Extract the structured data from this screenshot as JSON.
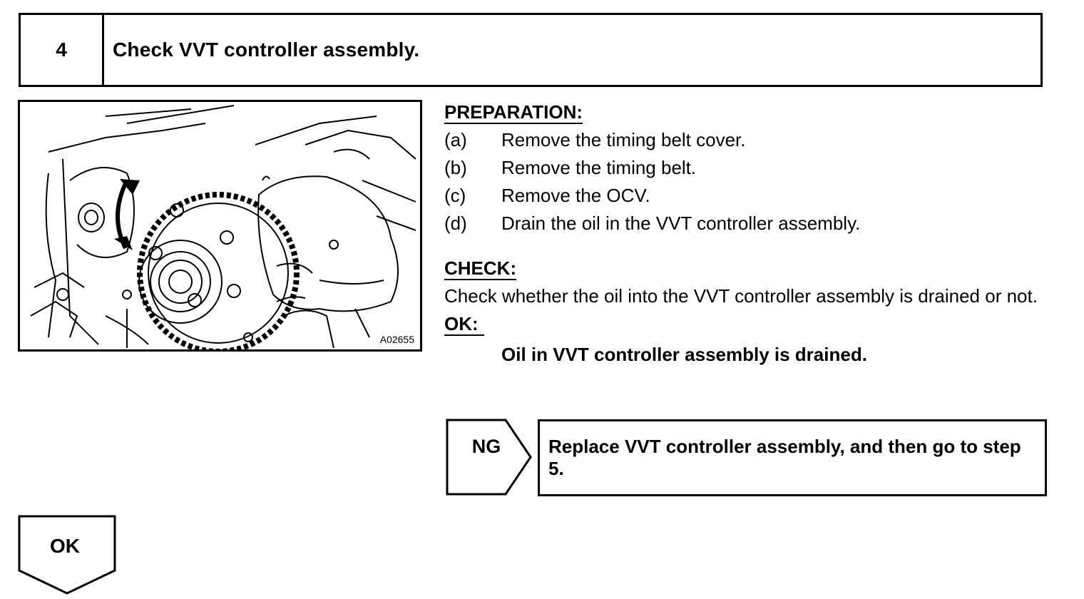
{
  "step": {
    "number": "4",
    "title": "Check VVT controller assembly."
  },
  "figure": {
    "code": "A02655"
  },
  "preparation": {
    "heading": "PREPARATION:",
    "items": [
      {
        "letter": "(a)",
        "text": "Remove the timing belt cover."
      },
      {
        "letter": "(b)",
        "text": "Remove the timing belt."
      },
      {
        "letter": "(c)",
        "text": "Remove the OCV."
      },
      {
        "letter": "(d)",
        "text": "Drain the oil in the VVT controller assembly."
      }
    ]
  },
  "check": {
    "heading": "CHECK:",
    "text": "Check whether the oil into the VVT controller assembly is drained or not."
  },
  "ok": {
    "heading": "OK:",
    "value": "Oil in VVT controller assembly is drained."
  },
  "ng": {
    "label": "NG",
    "action": "Replace VVT controller assembly, and then go to step 5."
  },
  "next": {
    "label": "OK"
  }
}
